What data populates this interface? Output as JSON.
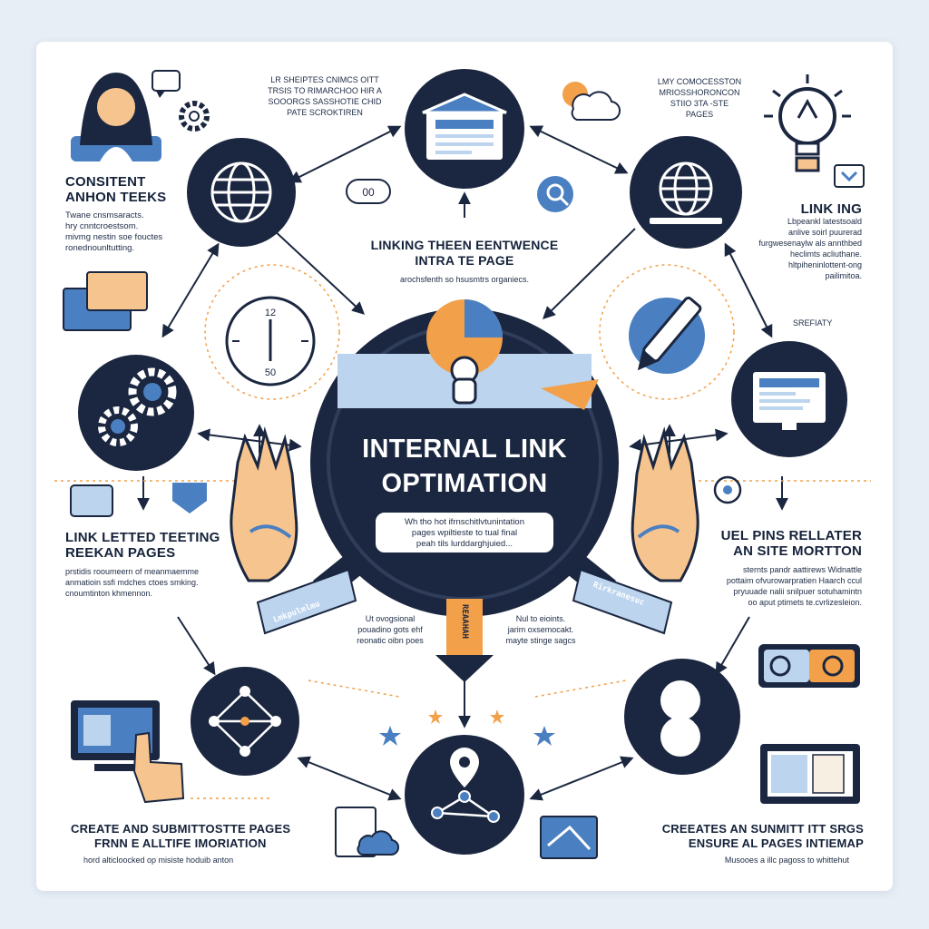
{
  "center": {
    "title_line1": "INTERNAL LINK",
    "title_line2": "OPTIMATION",
    "caption_lines": [
      "Wh tho hot ifrnschitlvtunintation",
      "pages wpiltieste to tual final",
      "peah tils lurddarghjuied..."
    ]
  },
  "top": {
    "title_line1": "LINKING THEEN EENTWENCE",
    "title_line2": "INTRA TE PAGE",
    "body": "arochsfenth so hsusmtrs organiecs."
  },
  "top_left_note": {
    "lines": [
      "LR SHEIPTES CNIMCS OITT",
      "TRSIS TO RIMARCHOO HIR A",
      "SOOORGS SASSHOTIE CHID",
      "PATE SCROKTIREN"
    ]
  },
  "top_right_note": {
    "lines": [
      "LMY COMOCESSTON",
      "MRIOSSHORONCON",
      "STIIO 3TA -STE",
      "PAGES"
    ]
  },
  "left_upper": {
    "title_line1": "CONSITENT",
    "title_line2": "ANHON TEEKS",
    "body_lines": [
      "Twane cnsmsaracts.",
      "hry cnntcroestsom.",
      "mivmg nestin soe fouctes",
      "ronednounltutting."
    ]
  },
  "right_upper": {
    "title": "LINK ING",
    "body_lines": [
      "Lbpeankl latestsoald",
      "anlive soirl puurerad",
      "furgwesenaylw als annthbed",
      "heclimts acliuthane.",
      "hltpiheninlottent-ong",
      "pailimitoa."
    ],
    "sub_label": "SREFIATY"
  },
  "left_lower": {
    "title_line1": "LINK LETTED TEETING",
    "title_line2": "REEKAN PAGES",
    "body_lines": [
      "prstidis rooumeern of meanmaemme",
      "anmatioin ssfi mdches ctoes smking.",
      "cnoumtinton khmennon."
    ]
  },
  "right_lower": {
    "title_line1": "UEL PINS RELLATER",
    "title_line2": "AN SITE MORTTON",
    "body_lines": [
      "sternts pandr aattirews Widnattle",
      "pottaim ofvurowarpratien Haarch ccul",
      "pryuuade nalii snilpuer sotuhamintn",
      "oo aput ptimets te.cvrlizesleion."
    ]
  },
  "bottom_center": {
    "left_lines": [
      "Ut ovogsional",
      "pouadino gots ehf",
      "reonatic oibn poes"
    ],
    "right_lines": [
      "Nul to eioints.",
      "jarim oxsemocakt.",
      "mayte stinge sagcs"
    ],
    "banner": "REAAHAH"
  },
  "bottom_left": {
    "title_line1": "CREATE AND SUBMITTOSTTE PAGES",
    "title_line2": "FRNN E ALLTIFE IMORIATION",
    "body": "hord alticloocked op misiste hoduib anton"
  },
  "bottom_right": {
    "title_line1": "CREEATES AN SUNMITT ITT SRGS",
    "title_line2": "ENSURE AL PAGES INTIEMAP",
    "body": "Musooes a illc pagoss to whittehut"
  },
  "labels": {
    "left_band": "Lmkpulmlmu",
    "right_band": "Rirkranesuc",
    "clock_top": "12",
    "clock_bottom": "50",
    "pill_text": "00"
  },
  "colors": {
    "navy": "#1b2740",
    "blue": "#4a7fc1",
    "light_blue": "#bcd4ee",
    "orange": "#f2a04a",
    "skin": "#f6c48e"
  }
}
